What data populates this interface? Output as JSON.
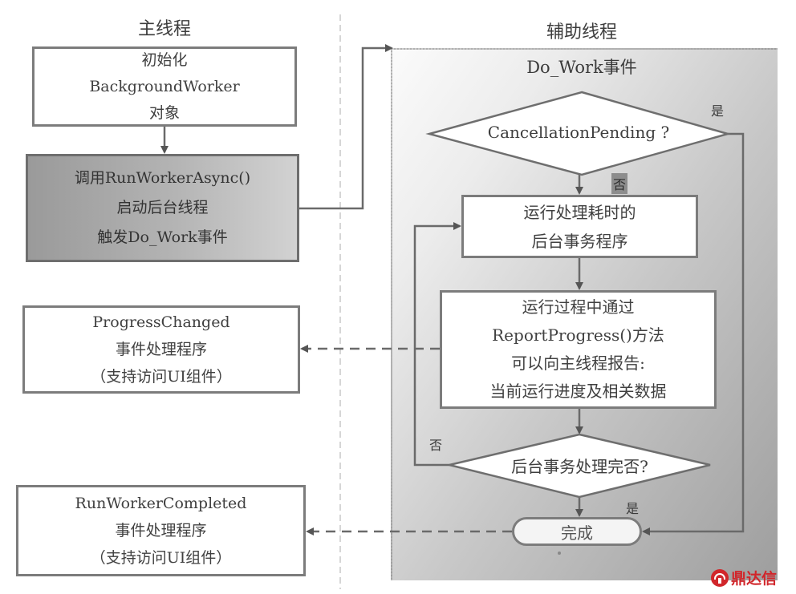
{
  "lanes": {
    "main": {
      "title": "主线程"
    },
    "worker": {
      "title": "辅助线程",
      "event_title": "Do_Work事件"
    }
  },
  "main_thread": {
    "init_box": {
      "lines": [
        "初始化",
        "BackgroundWorker",
        "对象"
      ]
    },
    "start_box": {
      "lines": [
        "调用RunWorkerAsync()",
        "启动后台线程",
        "触发Do_Work事件"
      ]
    },
    "progress_handler": {
      "lines": [
        "ProgressChanged",
        "事件处理程序",
        "（支持访问UI组件）"
      ]
    },
    "completed_handler": {
      "lines": [
        "RunWorkerCompleted",
        "事件处理程序",
        "（支持访问UI组件）"
      ]
    }
  },
  "worker_thread": {
    "decision_cancel": {
      "text": "CancellationPending ?",
      "yes_label": "是",
      "no_label": "否"
    },
    "process_box": {
      "lines": [
        "运行处理耗时的",
        "后台事务程序"
      ]
    },
    "report_box": {
      "lines": [
        "运行过程中通过",
        "ReportProgress()方法",
        "可以向主线程报告:",
        "当前运行进度及相关数据"
      ]
    },
    "decision_done": {
      "text": "后台事务处理完否?",
      "yes_label": "是",
      "no_label": "否"
    },
    "end_terminal": {
      "text": "完成"
    }
  },
  "watermark": {
    "text": "鼎达信",
    "color": "#d1262b"
  },
  "colors": {
    "line": "#6a6a6a",
    "box_border": "#7c7c7c",
    "dark_box": "#9a9a9a",
    "panel_dark": "#9e9e9e"
  }
}
